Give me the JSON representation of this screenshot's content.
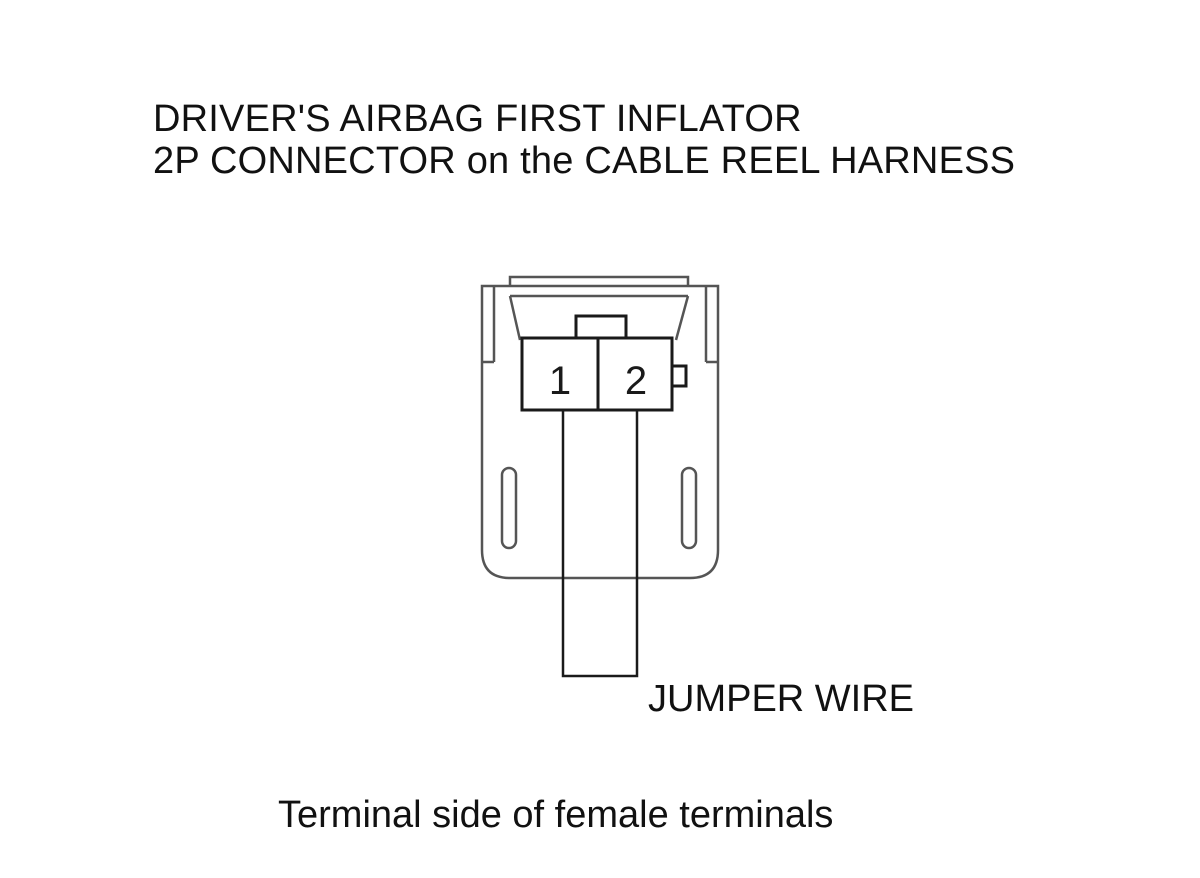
{
  "title": {
    "line1": "DRIVER'S AIRBAG FIRST INFLATOR",
    "line2": "2P CONNECTOR on the CABLE REEL HARNESS"
  },
  "connector": {
    "pins": [
      {
        "number": "1"
      },
      {
        "number": "2"
      }
    ]
  },
  "jumper_label": "JUMPER WIRE",
  "caption": "Terminal side of female terminals",
  "colors": {
    "line": "#1a1a1a",
    "outline": "#444444"
  }
}
